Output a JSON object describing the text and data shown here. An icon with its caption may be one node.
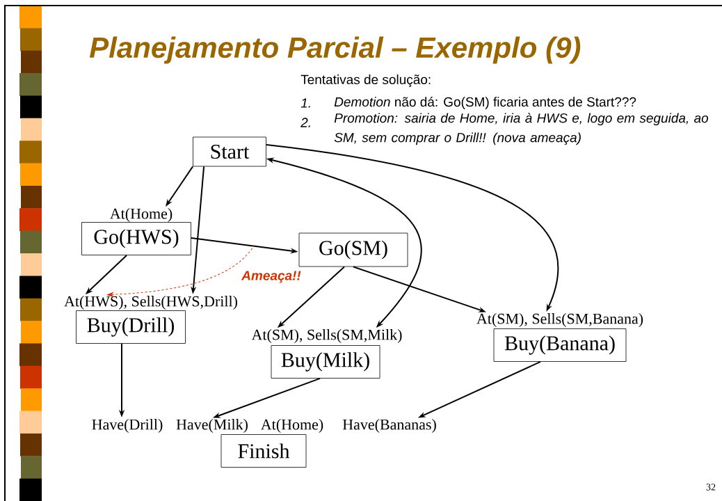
{
  "diagram": {
    "title": "Planejamento Parcial – Exemplo (9)",
    "nodes": [
      {
        "text": [
          "Start"
        ]
      },
      {
        "text": [
          "At(Home)",
          "Go(HWS)"
        ]
      },
      {
        "text": [
          "Go(SM)"
        ]
      },
      {
        "text": [
          "At(HWS), Sells(HWS,Drill)",
          "Buy(Drill)"
        ]
      },
      {
        "text": [
          "At(SM), Sells(SM,Milk)",
          "Buy(Milk)"
        ]
      },
      {
        "text": [
          "At(SM), Sells(SM,Banana)",
          "Buy(Banana)"
        ]
      },
      {
        "text": [
          "Have(Drill)",
          "Have(Milk)",
          "At(Home)",
          "Have(Bananas)",
          "Finish"
        ]
      }
    ],
    "edges": [
      {
        "from": 0,
        "to": 1,
        "arrow": "to"
      },
      {
        "from": 0,
        "to": 3,
        "arrow": "to"
      },
      {
        "from": 1,
        "to": 3,
        "arrow": "to"
      },
      {
        "from": 1,
        "to": 2,
        "arrow": "to"
      },
      {
        "from": 0,
        "to": 4,
        "arrow": "both"
      },
      {
        "from": 0,
        "to": 5,
        "arrow": "to"
      },
      {
        "from": 2,
        "to": 4,
        "arrow": "to"
      },
      {
        "from": 2,
        "to": 5,
        "arrow": "to"
      },
      {
        "from": 3,
        "to": 6,
        "arrow": "to"
      },
      {
        "from": 4,
        "to": 6,
        "arrow": "to"
      },
      {
        "from": 5,
        "to": 6,
        "arrow": "to"
      },
      {
        "from": null,
        "to": 3,
        "arrow": "to",
        "label": "Ameaça!!",
        "style": "dashed",
        "color": "#cc3300"
      }
    ],
    "labels": [
      "Tentativas de solução:",
      "1.",
      "*Demotion* não dá: Go(SM) ficaria antes de Start???",
      "2.",
      "Promotion: sairia de Home, iria à HWS e, logo em seguida, ao SM, sem comprar o Drill!! (nova ameaça)",
      "32"
    ]
  }
}
